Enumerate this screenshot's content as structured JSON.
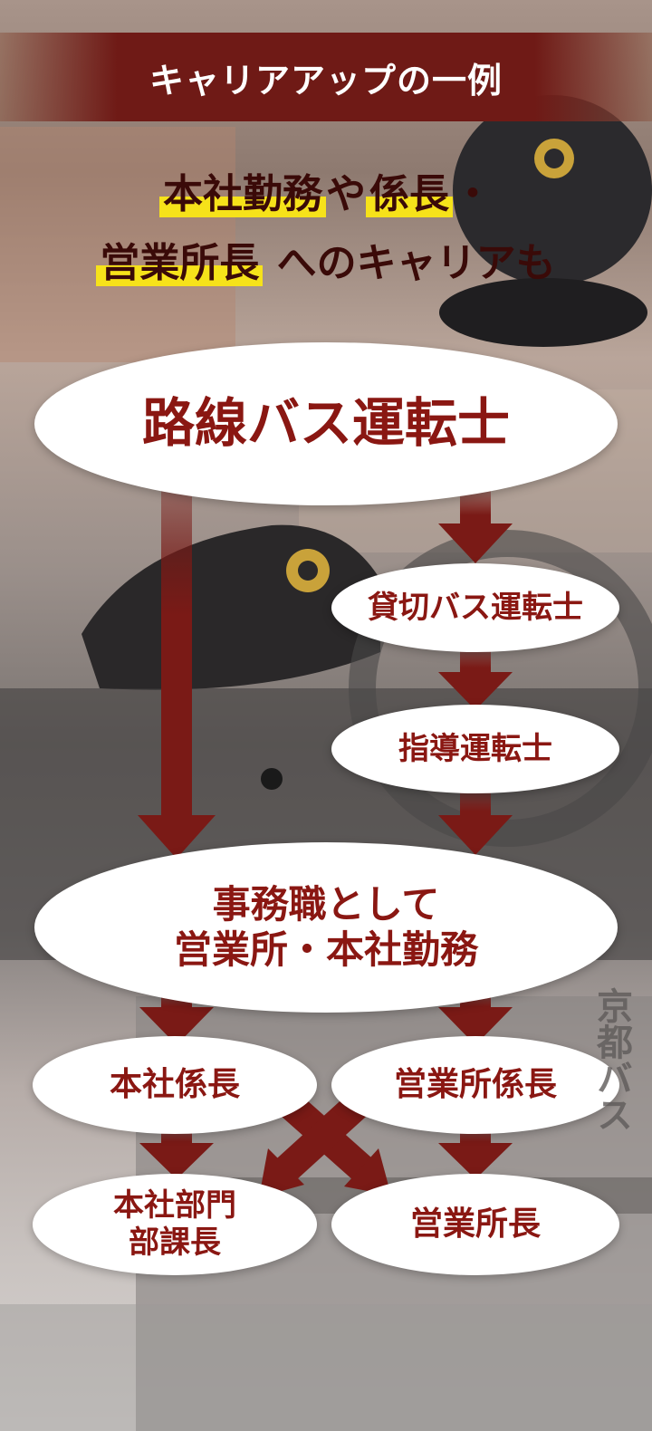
{
  "header": {
    "title": "キャリアアップの一例"
  },
  "lead": {
    "line1_part1": "本社勤務",
    "line1_part2": "や",
    "line1_part3": "係長",
    "line1_part4": "・",
    "line2_part1": "営業所長",
    "line2_part2": " へのキャリアも"
  },
  "nodes": {
    "route_bus_driver": "路線バス運転士",
    "charter_bus_driver": "貸切バス運転士",
    "instructor_driver": "指導運転士",
    "office_work_line1": "事務職として",
    "office_work_line2": "営業所・本社勤務",
    "hq_chief": "本社係長",
    "office_chief": "営業所係長",
    "hq_dept_line1": "本社部門",
    "hq_dept_line2": "部課長",
    "office_manager": "営業所長"
  },
  "background": {
    "building_sign": "京都バス"
  },
  "colors": {
    "accent": "#8a1712",
    "title_bar": "#6f1a16",
    "highlight": "#f6e21a",
    "arrow": "#7a1a16"
  }
}
